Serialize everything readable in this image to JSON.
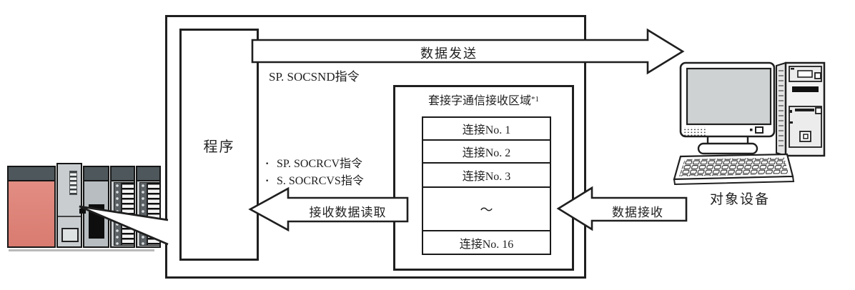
{
  "colors": {
    "line": "#1f1f1f",
    "plc_power_module": "#de8177",
    "plc_top_band": "#4e585c",
    "plc_module_gray": "#c2c7ca",
    "monitor_screen": "#cfd2d2"
  },
  "graphics": {
    "plc": "plc-rack-illustration",
    "computer": "desktop-computer-illustration",
    "callout_wedge": "callout-pointer-from-program-to-plc-port"
  },
  "program": {
    "label": "程序"
  },
  "send": {
    "instruction": "SP. SOCSND指令",
    "arrow_label": "数据发送"
  },
  "receive": {
    "arrow_label": "数据接收",
    "read_arrow_label": "接收数据读取",
    "instructions": [
      {
        "bullet": "·",
        "label": "SP. SOCRCV指令"
      },
      {
        "bullet": "·",
        "label": "S. SOCRCVS指令"
      }
    ]
  },
  "receive_area": {
    "title": "套接字通信接收区域",
    "footnote": "*1",
    "connections": [
      "连接No. 1",
      "连接No. 2",
      "连接No. 3",
      "～",
      "连接No. 16"
    ]
  },
  "target_device": {
    "label": "对象设备"
  }
}
